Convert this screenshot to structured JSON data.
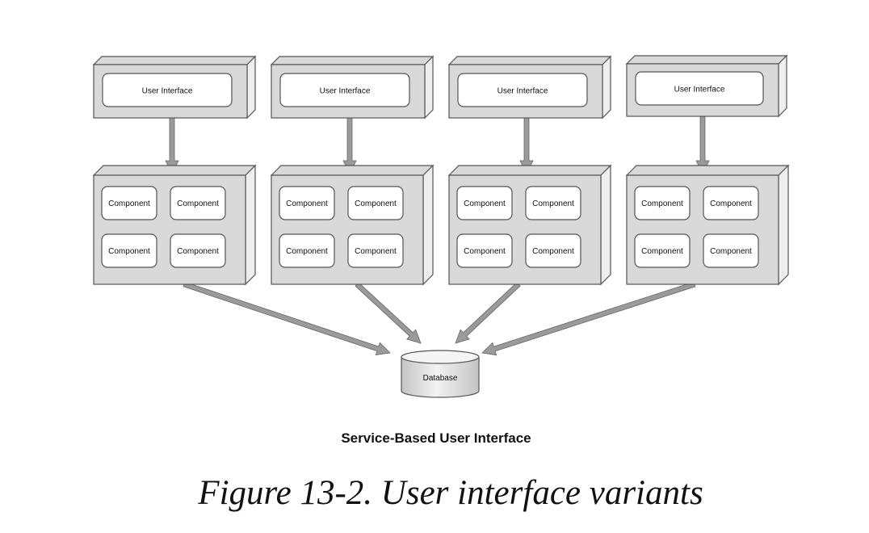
{
  "ui_label": "User Interface",
  "component_label": "Component",
  "database_label": "Database",
  "diagram_caption": "Service-Based User Interface",
  "figure_caption": "Figure 13-2. User interface variants",
  "columns": [
    {
      "ui_label": "User Interface",
      "components": [
        "Component",
        "Component",
        "Component",
        "Component"
      ]
    },
    {
      "ui_label": "User Interface",
      "components": [
        "Component",
        "Component",
        "Component",
        "Component"
      ]
    },
    {
      "ui_label": "User Interface",
      "components": [
        "Component",
        "Component",
        "Component",
        "Component"
      ]
    },
    {
      "ui_label": "User Interface",
      "components": [
        "Component",
        "Component",
        "Component",
        "Component"
      ]
    }
  ],
  "colors": {
    "box_fill": "#d9d9d9",
    "box_side": "#eeeeee",
    "stroke": "#555555",
    "arrow": "#9a9a9a",
    "inner_fill": "#ffffff"
  }
}
